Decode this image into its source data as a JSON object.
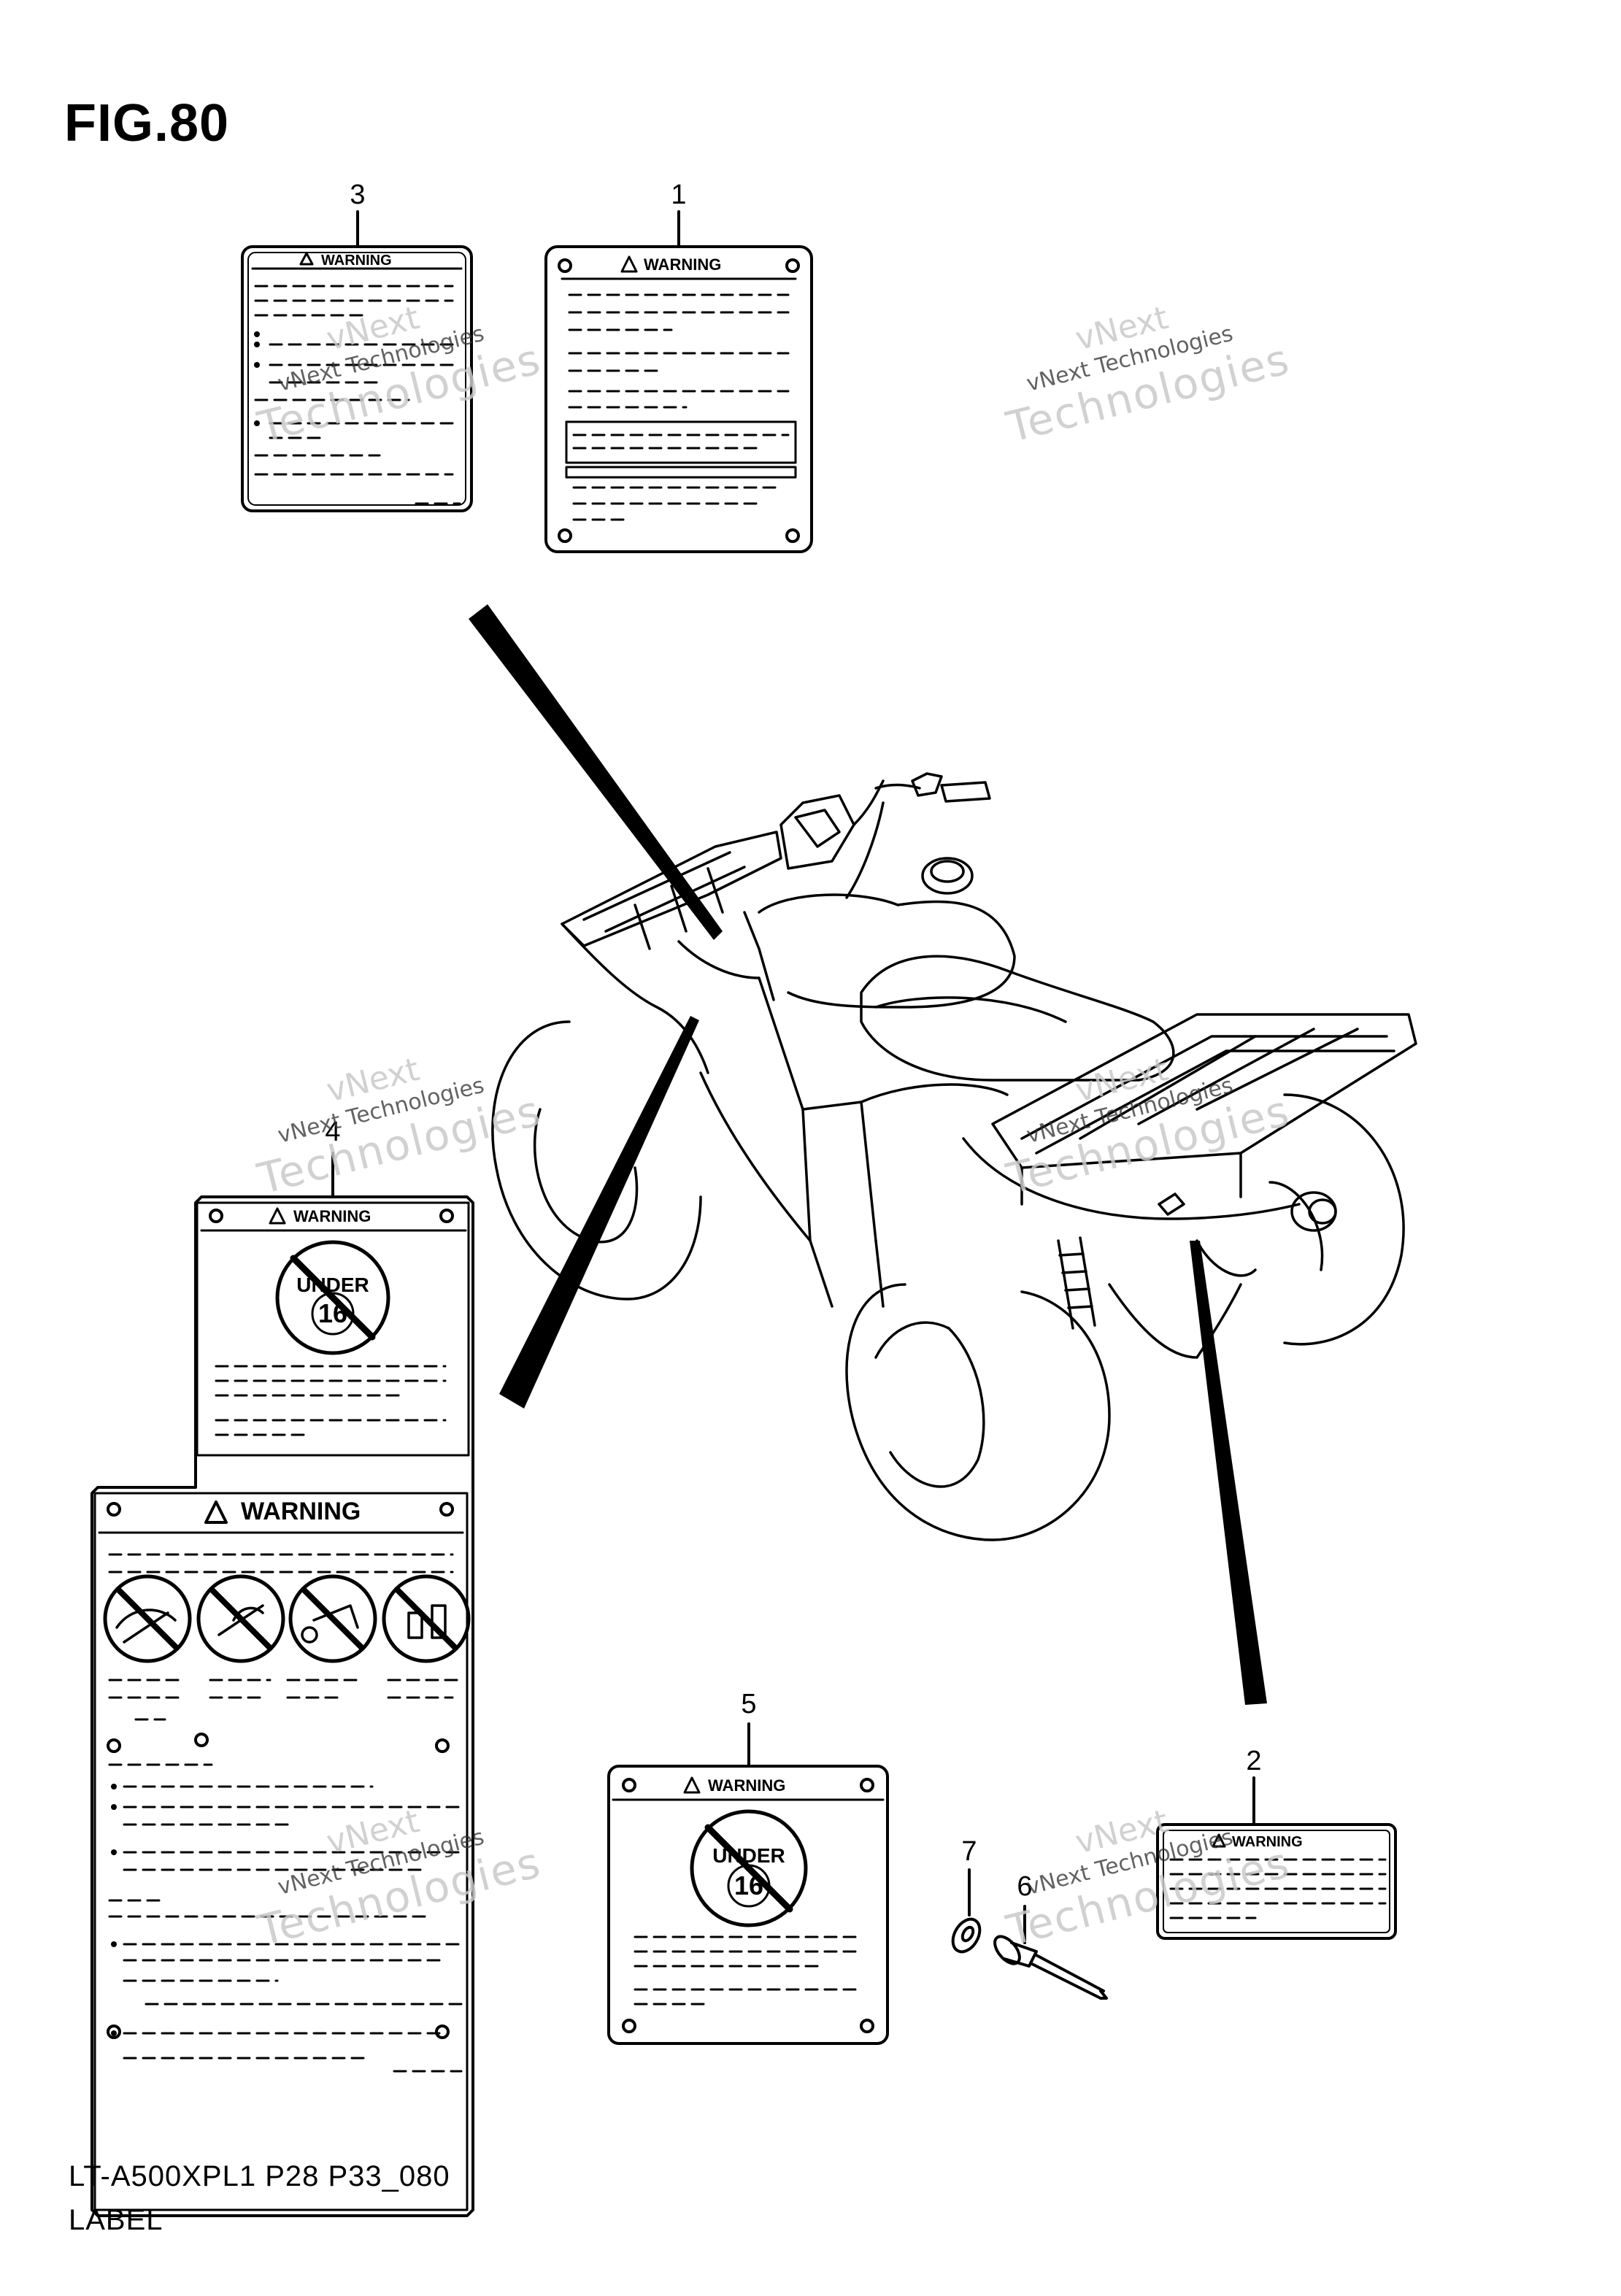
{
  "figure": {
    "title": "FIG.80",
    "model_code": "LT-A500XPL1 P28 P33_080",
    "caption": "LABEL"
  },
  "callouts": [
    "1",
    "2",
    "3",
    "4",
    "5",
    "6",
    "7"
  ],
  "labels": {
    "warning_text": "WARNING",
    "age_badge_text": "UNDER",
    "age_badge_number": "16"
  },
  "watermark": {
    "line1": "vNext",
    "line2": "vNext Technologies",
    "line3": "Technologies"
  }
}
